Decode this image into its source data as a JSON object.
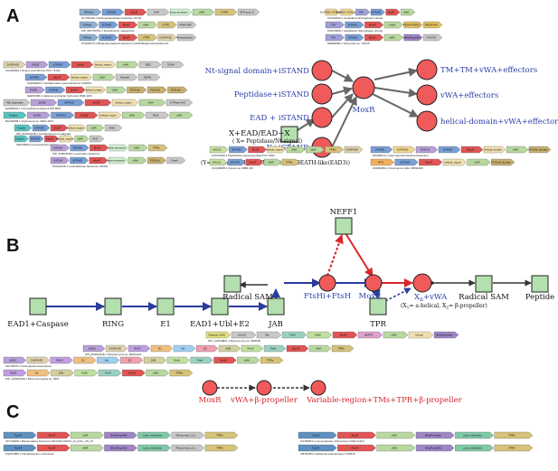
{
  "panels": {
    "a": "A",
    "b": "B",
    "c": "C"
  },
  "panel_a": {
    "core": "MoxR",
    "left_nodes": [
      "Nt-signal domain+iSTAND",
      "Peptidase+iSTAND",
      "EAD + iSTAND",
      "Y+iSTAND"
    ],
    "right_nodes": [
      "TM+TM+vWA+effectors",
      "vWA+effectors",
      "helical-domain+vWA+effectors"
    ],
    "box_title": "X+EAD/EAD+X",
    "box_sub": "( X= Peptidase/Nt-signal)",
    "y_def": "(Y= Coiled-coil/HTH/TM/bacterial DEATH-like(EAD3))"
  },
  "panel_b": {
    "top_node": "NEFF1",
    "bottom_nodes": [
      "EAD1+Caspase",
      "RING",
      "E1",
      "EAD1+Ubl+E2",
      "JAB"
    ],
    "mid_labels": {
      "radical_sam_left": "Radical SAM",
      "ftshi": "FtsHi+FtsH",
      "moxr": "MoxR",
      "tpr": "TPR",
      "xn": "X",
      "xn_sub": "n",
      "xn_tail": "+vWA",
      "x_def": "(X",
      "x1": "1",
      "x_def_mid": "= a-helical, X",
      "x2": "2",
      "x_def_end": "= β-propeller)",
      "radical_sam_right": "Radical SAM",
      "peptide": "Peptide"
    }
  },
  "panel_c": {
    "nodes": [
      "MoxR",
      "vWA+β-propeller",
      "Variable-region+TMs+TPR+β-propeller"
    ]
  },
  "gene_clusters": {
    "a": [
      {
        "organism": "GUY83315.1 Sphingobacteriales bacterium 40-81",
        "genes": [
          "DRHyd",
          "iSTAND",
          "MoxR",
          "ZnR",
          "beta-sandwich (Ig-like)",
          "vWA",
          "+TPR",
          "ATP-synt_A"
        ]
      },
      {
        "organism": "WP_081759751.1 Desulfovibrio magneticus",
        "genes": [
          "DRHyd",
          "iSTAND",
          "MoxR",
          "vWA",
          "+TPR",
          "+PilM+PilF"
        ]
      },
      {
        "organism": "PKQ60079.1 Betaproteobacteria bacterium HGW-Betaproteobacteria-13",
        "genes": [
          "DRHyd",
          "iSTAND",
          "MoxR",
          "+TPR",
          "CASPASE",
          "Pentapeptide repeats"
        ]
      },
      {
        "organism": "CUS33032.1 Candidatus Nitrosphaera nitrosa",
        "genes": [
          "DUF605 (3TM_protein)",
          "DUF605 (3TM_protein)",
          "TIR",
          "iSTAND",
          "MoxR",
          "vWA"
        ]
      },
      {
        "organism": "KPR18368.1 Candidatus Nitrosphaera nitrosa",
        "genes": [
          "TIR",
          "iSTAND",
          "MoxR",
          "+vWA",
          "PEGA+PEGA",
          "PEGA 4x4"
        ]
      },
      {
        "organism": "SEB02686.1 Variovorax sp. YR216",
        "genes": [
          "TIR",
          "iSTAND",
          "MoxR",
          "vWA",
          "+BetaPropeller",
          "+FASTK"
        ]
      },
      {
        "organism": "ACG82629.1 Nostoc punctiforme PCC 73102",
        "genes": [
          "CASPASE",
          "EAD8",
          "iSTAND",
          "MoxR",
          "helical_region (leucine-richWLxKmotif)",
          "vWA",
          "REC",
          "SUN4"
        ]
      },
      {
        "organism": "GQR09924.1 Oscillatoriales cyanobacterium USR001",
        "genes": [
          "iSTAND",
          "MoxR",
          "helical_region (leucine-richWLxKmotif)",
          "vWA",
          "Nicwa5",
          "HEPN"
        ]
      },
      {
        "organism": "AEE54384.1 Haliscomenobacter hydrossis DSM 1100",
        "genes": [
          "EAD8",
          "iSTAND",
          "MoxR",
          "helical_region (leucine-richWLxKmotif)",
          "vWA",
          "FGS-ttA",
          "FGS-ttA",
          "FGS-ttA"
        ]
      },
      {
        "organism": "EAZ90991.1 Crocosphaera watsonii WH 8501",
        "genes": [
          "AB_hydrolase",
          "EAD8",
          "iSTAND",
          "MoxR",
          "helical_region (leucine-richWLxKmotif)",
          "vWA",
          "GTPase-AIG"
        ]
      },
      {
        "organism": "BAZ18668.1 Scytonema sp. NIES-4073",
        "genes": [
          "Trypsin",
          "EAD8",
          "iSTAND",
          "MoxR",
          "helical_region",
          "vWA",
          "RelA",
          "vWA"
        ]
      },
      {
        "organism": "WP_024254448.1 Cylindrospermum stagnale",
        "genes": [
          "Trypsin",
          "iSTAND",
          "MoxR",
          "helical_region",
          "vWA",
          "HNH"
        ]
      },
      {
        "organism": "CBX90962.1 Acaryochloris marina",
        "genes": [
          "Trypsin",
          "iSTAND",
          "MoxR",
          "helical_region",
          "vWA",
          "SH3"
        ]
      },
      {
        "organism": "WP_020026784.1 Lewinella cohaerens",
        "genes": [
          "EAD1H",
          "iSTAND",
          "MoxR",
          "beta-sandwich (Ig-like)",
          "vWA",
          "TPRs"
        ]
      },
      {
        "organism": "PKG02016.1 Lewinellaceae bacterium SD302",
        "genes": [
          "EAD1H",
          "iSTAND",
          "MoxR",
          "beta-sandwich (Ig-like)",
          "vWA",
          "FGS-ttA",
          "OmpA"
        ]
      },
      {
        "organism": "CUR13519.1 Planktothrix paucivesiculata PCC 9631",
        "genes": [
          "bDLD1",
          "iSTAND",
          "MoxR",
          "helical_region (leucine-richWLxKmotif)",
          "vWA",
          "vWA",
          "TPRs",
          "CASPASE"
        ]
      },
      {
        "organism": "OCQ90805.1 Nostoc sp. MBR 210",
        "genes": [
          "bDLD1",
          "iSTAND",
          "MoxR",
          "vWA",
          "TPRs"
        ]
      },
      {
        "organism": "RKZ89971.1 Gammaproteobacteria bacterium",
        "genes": [
          "iSTAND",
          "DUF4065",
          "EAD1H",
          "iSTAND",
          "MoxR",
          "helical_bundle",
          "vWA",
          "FGS-ttA domain"
        ]
      },
      {
        "organism": "ODN99954.1 Scytonema millei VB511283",
        "genes": [
          "HTH",
          "iSTAND",
          "MoxR",
          "helical_region (leucine-richWLxKmotif)",
          "vWA",
          "FGS-ttA domain"
        ]
      }
    ],
    "b": [
      {
        "organism": "WP_141618821.1 Myxococcus sp. AB024B",
        "genes": [
          "Radical_SAM",
          "fsrvX0",
          "Vitn",
          "FtsH",
          "FtsHi",
          "MoxR",
          "NEFF1",
          "vWA",
          "helical",
          "BetaPropeller"
        ]
      },
      {
        "organism": "WP_053662248.1 Streptomyces sp. MMG1121",
        "genes": [
          "EAD1",
          "CASPASE",
          "RING",
          "E1",
          "Ubl",
          "E2",
          "JAB",
          "FtsHi",
          "FtsH",
          "MoxR",
          "vWA",
          "TPRs"
        ]
      },
      {
        "organism": "SDT45570.1 Actinoplanes deserterrae",
        "genes": [
          "EAD1",
          "CASPASE",
          "RING",
          "E1",
          "Ubl",
          "E2",
          "JAB",
          "FtsHi",
          "FtsH",
          "MoxR",
          "vWA",
          "TPRs"
        ]
      },
      {
        "organism": "WP_126402106.1 Micromonospora sp. 45W",
        "genes": [
          "RING",
          "E1",
          "JAB",
          "FtsHi",
          "FtsH",
          "MoxR",
          "vWA",
          "TPRs"
        ]
      }
    ],
    "c": [
      {
        "organism": "OFY62098.1 Bacteroidetes bacterium RIFCSPLOWO2_12_FULL_35_15",
        "genes": [
          "TprXA",
          "MoxR",
          "vWA",
          "BetaPropeller",
          "cons_extension",
          "Ribosomal_L12_mesh",
          "TPRs"
        ]
      },
      {
        "organism": "PQR24855.1 Flavobacterium columnare",
        "genes": [
          "TprXA",
          "MoxR",
          "vWA",
          "BetaPropeller",
          "cons_extension",
          "Ribosomal_L12_mesh",
          "TPRs"
        ]
      },
      {
        "organism": "KUJ59963.1 Hymenobacter chitinivorans DSM 11115",
        "genes": [
          "TprXA",
          "MoxR",
          "vWA",
          "BetaPropeller",
          "cons_extension",
          "TPRs"
        ]
      },
      {
        "organism": "CBJ39455.1 Ralstonia solanacearum CMR15",
        "genes": [
          "TprXA",
          "MoxR",
          "vWA",
          "BetaPropeller",
          "cons_extension",
          "TPRs"
        ]
      }
    ]
  },
  "colors": {
    "node_red": "#f05a5a",
    "node_green": "#b4e0b0",
    "edge_blue": "#2a3c9c",
    "edge_red": "#d8262a",
    "edge_gray": "#666666"
  }
}
